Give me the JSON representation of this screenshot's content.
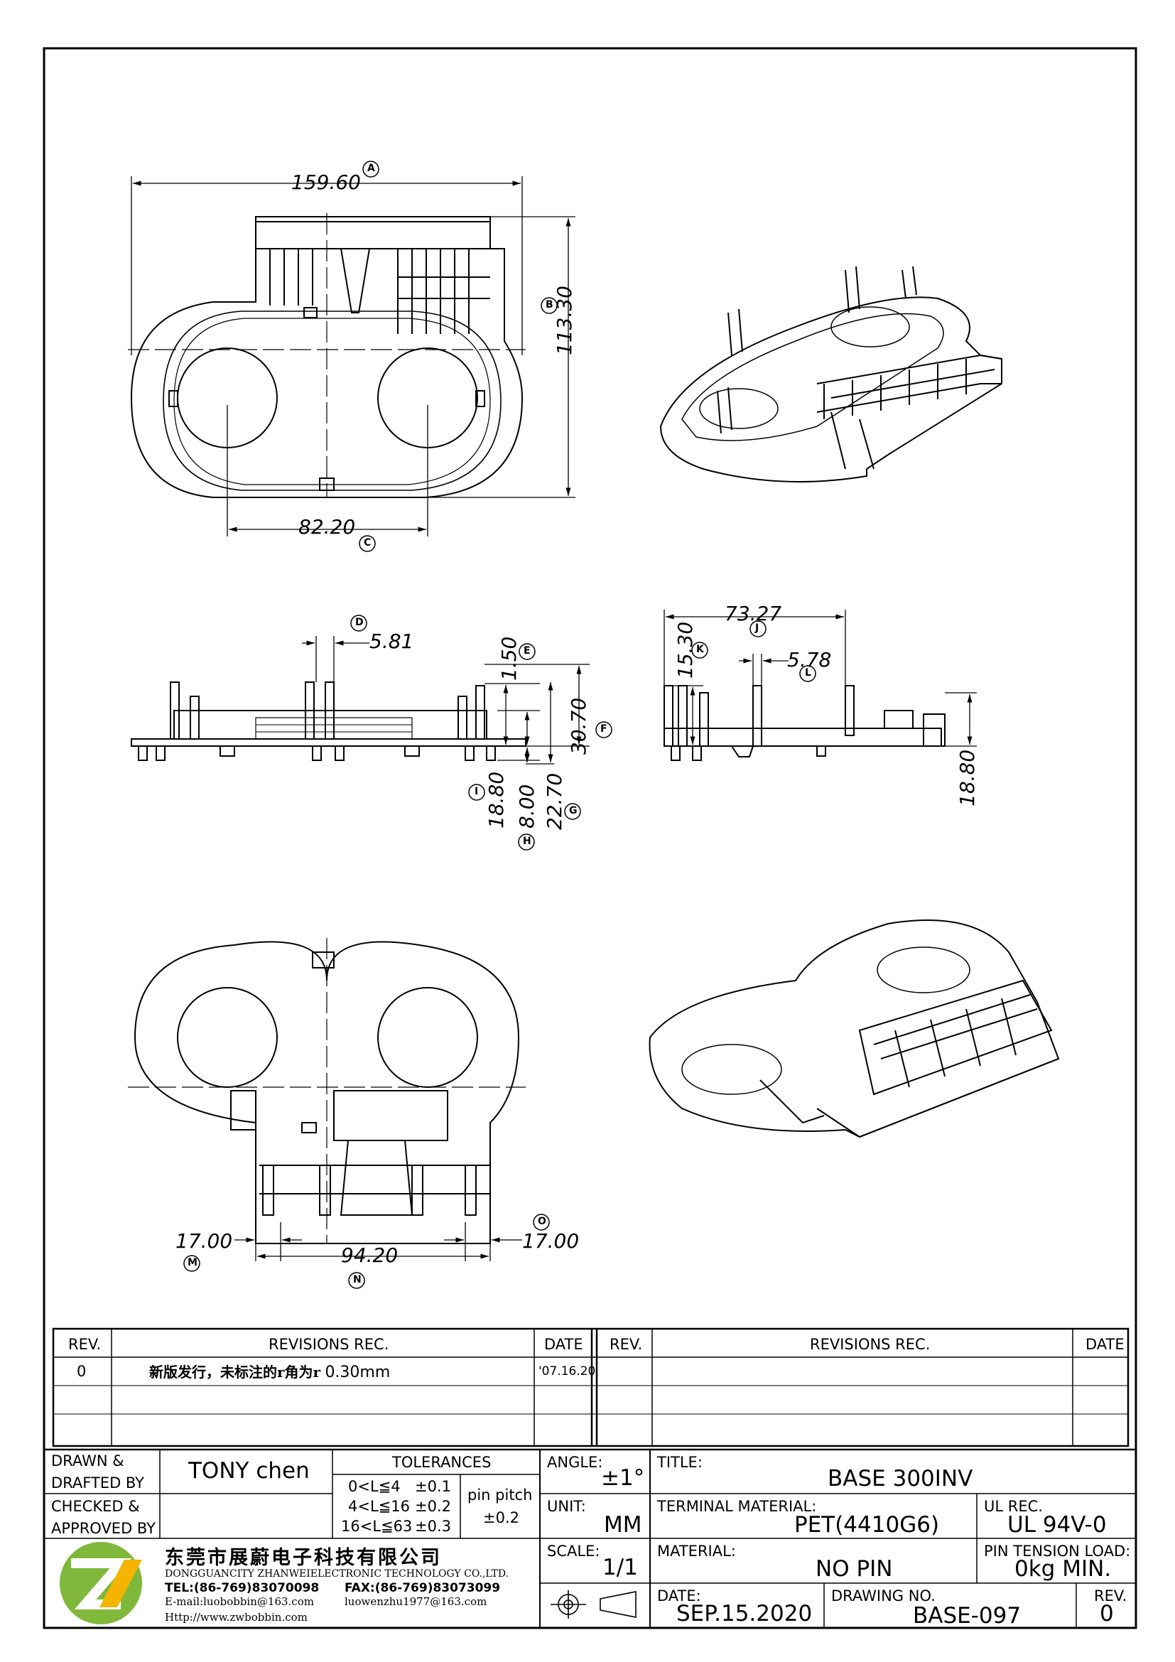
{
  "dimensions": {
    "a": "159.60",
    "b": "113.30",
    "c": "82.20",
    "d": "5.81",
    "e": "1.50",
    "f": "30.70",
    "g": "22.70",
    "h": "8.00",
    "i": "18.80",
    "j": "73.27",
    "k": "15.30",
    "l": "5.78",
    "side_right": "18.80",
    "m": "17.00",
    "n": "94.20",
    "o": "17.00"
  },
  "markers": [
    "A",
    "B",
    "C",
    "D",
    "E",
    "F",
    "G",
    "H",
    "I",
    "J",
    "K",
    "L",
    "M",
    "N",
    "O"
  ],
  "revisions": {
    "header": {
      "rev": "REV.",
      "rec": "REVISIONS   REC.",
      "date": "DATE"
    },
    "rows": [
      {
        "rev": "0",
        "note_cn": "新版发行，未标注的r角为r",
        "note_value": "0.30mm",
        "date": "'07.16.20"
      }
    ]
  },
  "title_block": {
    "drawn_label_1": "DRAWN &",
    "drawn_label_2": "DRAFTED BY",
    "drawn_value": "TONY  chen",
    "checked_label_1": "CHECKED &",
    "checked_label_2": "APPROVED BY",
    "tolerances_label": "TOLERANCES",
    "tolerances": [
      {
        "range": "0<L≦4",
        "value": "±0.1"
      },
      {
        "range": "4<L≦16",
        "value": "±0.2"
      },
      {
        "range": "16<L≦63",
        "value": "±0.3"
      }
    ],
    "pin_pitch_label": "pin  pitch",
    "pin_pitch_value": "±0.2",
    "angle_label": "ANGLE:",
    "angle_value": "±1°",
    "unit_label": "UNIT:",
    "unit_value": "MM",
    "scale_label": "SCALE:",
    "scale_value": "1/1",
    "title_label": "TITLE:",
    "title_value": "BASE  300INV",
    "terminal_label": "TERMINAL  MATERIAL:",
    "terminal_value": "PET(4410G6)",
    "ul_label": "UL  REC.",
    "ul_value": "UL  94V-0",
    "material_label": "MATERIAL:",
    "material_value": "NO  PIN",
    "pin_tension_label": "PIN  TENSION  LOAD:",
    "pin_tension_value": "0kg  MIN.",
    "date_label": "DATE:",
    "date_value": "SEP.15.2020",
    "drawing_no_label": "DRAWING  NO.",
    "drawing_no_value": "BASE-097",
    "rev_label": "REV.",
    "rev_value": "0"
  },
  "company": {
    "name_cn": "东莞市展蔚电子科技有限公司",
    "name_en": "DONGGUANCITY  ZHANWEIELECTRONIC  TECHNOLOGY  CO.,LTD.",
    "tel": "TEL:(86-769)83070098",
    "fax": "FAX:(86-769)83073099",
    "email1": "E-mail:luobobbin@163.com",
    "email2": "luowenzhu1977@163.com",
    "web": "Http://www.zwbobbin.com"
  }
}
